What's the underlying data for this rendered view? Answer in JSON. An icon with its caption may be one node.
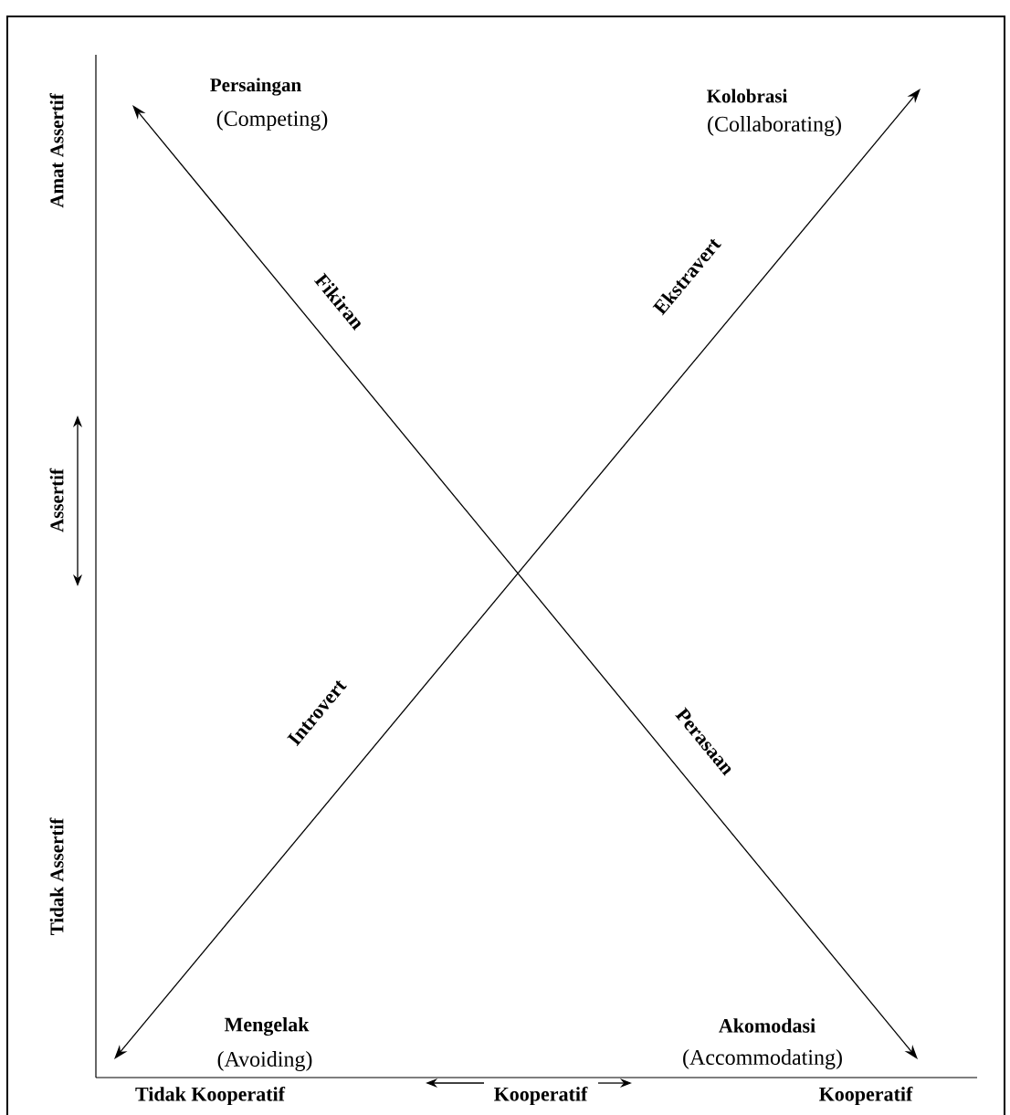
{
  "diagram": {
    "labels": [
      "Persaingan",
      "(Competing)",
      "Kolobrasi",
      "(Collaborating)",
      "Amat Assertif",
      "Fikiran",
      "Ekstravert",
      "Assertif",
      "Introvert",
      "Perasaan",
      "Tidak Assertif",
      "Mengelak",
      "(Avoiding)",
      "Akomodasi",
      "(Accommodating)",
      "Tidak Kooperatif",
      "Kooperatif",
      "Kooperatif"
    ]
  }
}
